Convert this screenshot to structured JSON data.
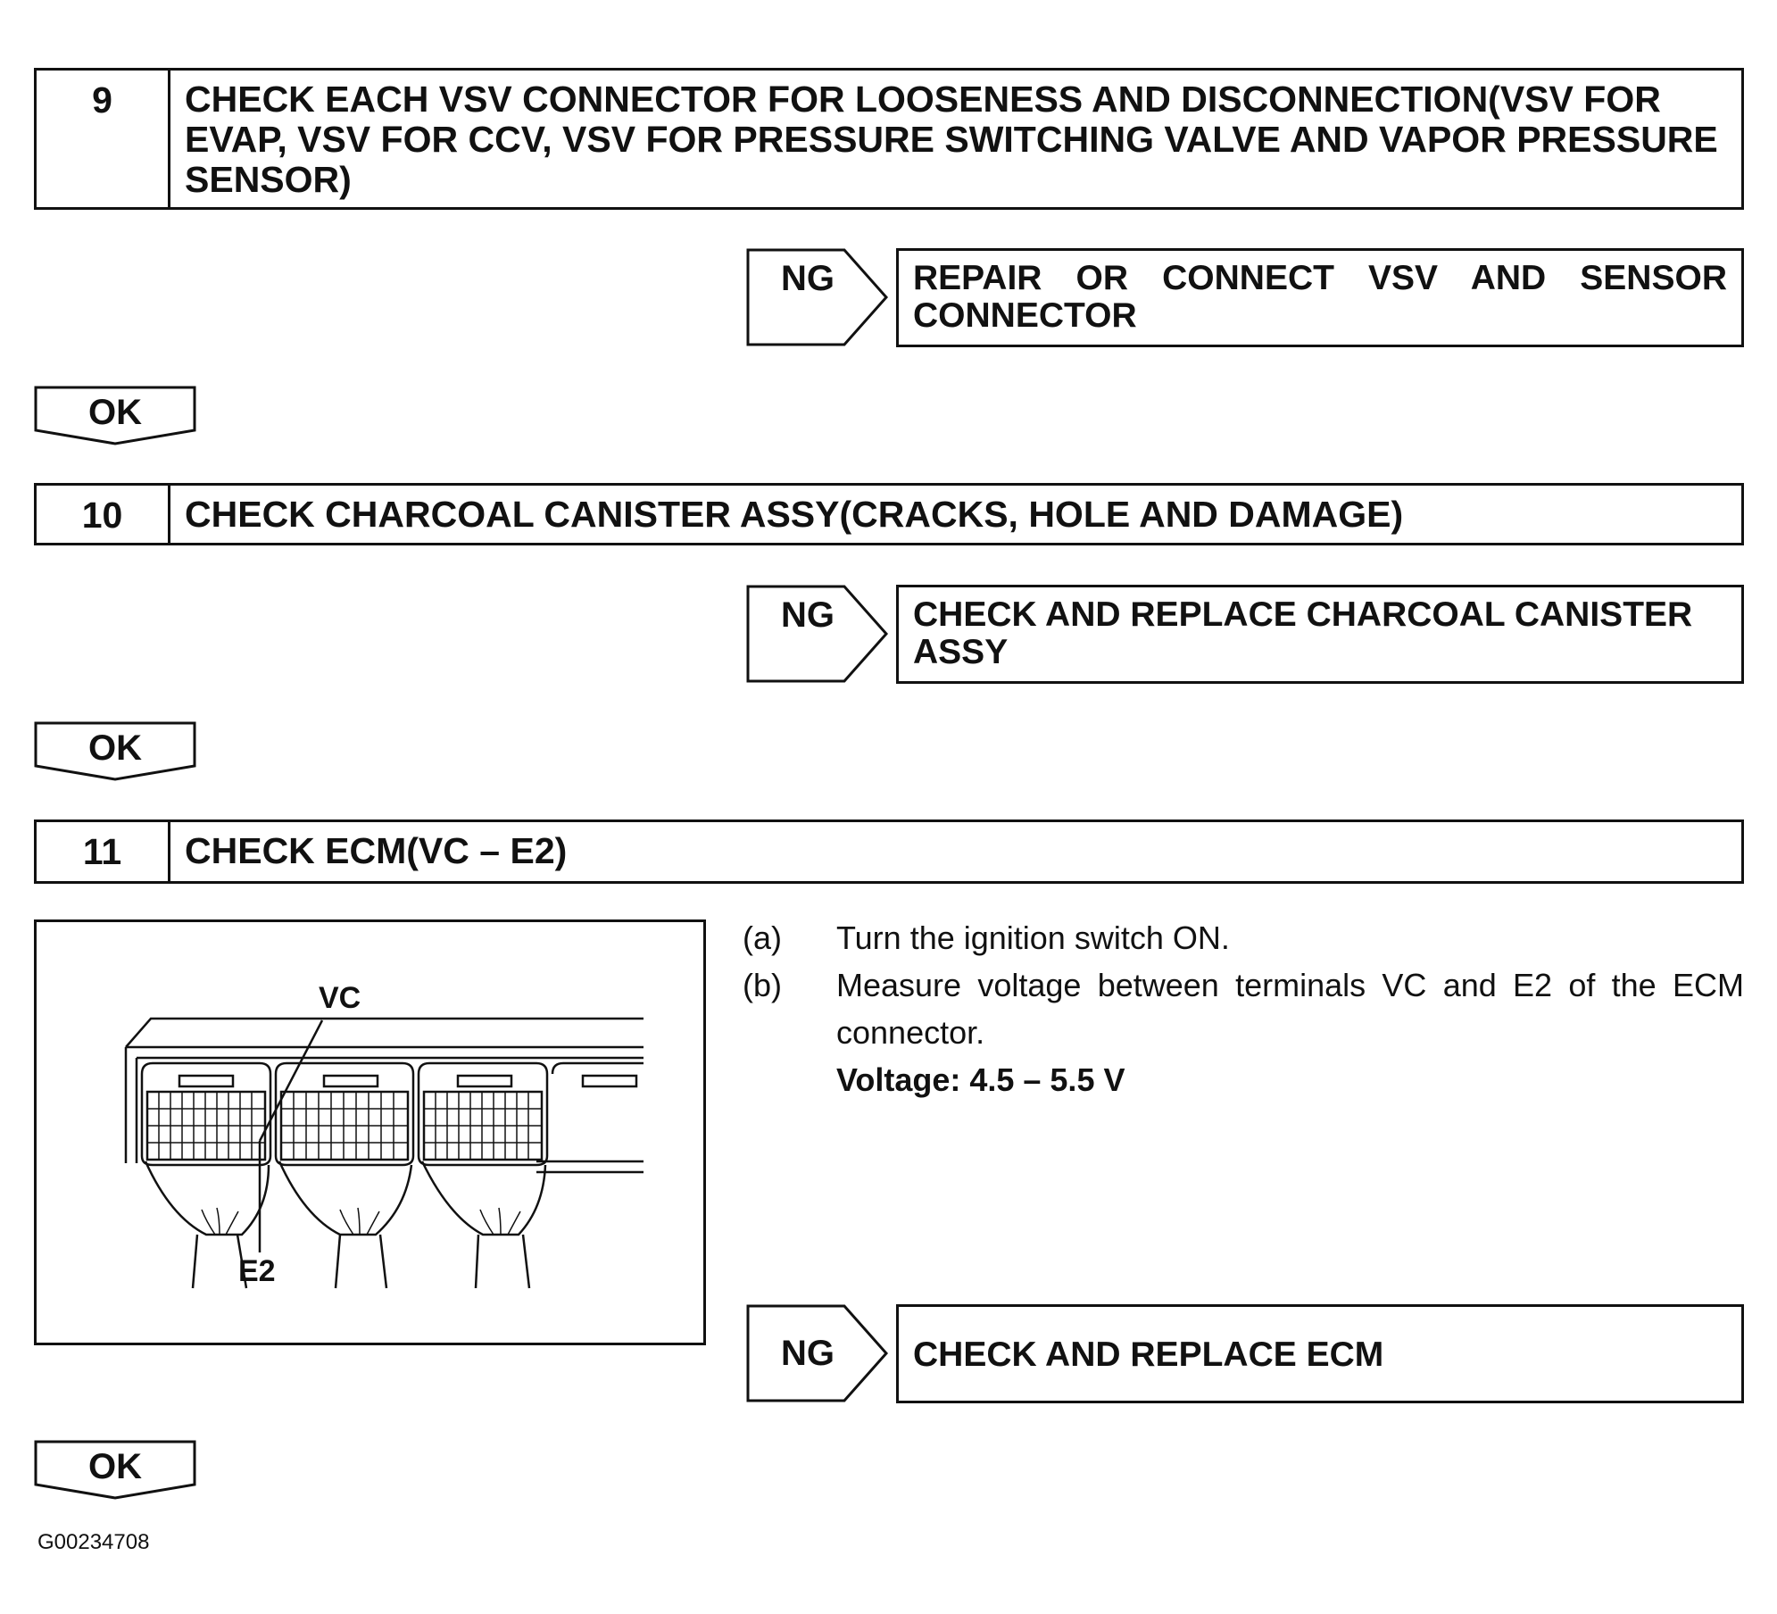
{
  "steps": [
    {
      "number": "9",
      "title": "CHECK EACH VSV CONNECTOR FOR LOOSENESS AND DISCONNECTION(VSV FOR EVAP, VSV FOR CCV, VSV FOR PRESSURE SWITCHING VALVE AND VAPOR PRESSURE SENSOR)",
      "ng_label": "NG",
      "ng_action": "REPAIR OR CONNECT VSV AND SENSOR CONNECTOR",
      "ok_label": "OK"
    },
    {
      "number": "10",
      "title": "CHECK CHARCOAL CANISTER ASSY(CRACKS, HOLE AND DAMAGE)",
      "ng_label": "NG",
      "ng_action": "CHECK AND REPLACE CHARCOAL CANISTER ASSY",
      "ok_label": "OK"
    },
    {
      "number": "11",
      "title": "CHECK ECM(VC – E2)",
      "ng_label": "NG",
      "ng_action": "CHECK AND REPLACE ECM",
      "ok_label": "OK",
      "figure": {
        "label_top": "VC",
        "label_bottom": "E2"
      },
      "instructions": [
        {
          "letter": "(a)",
          "text": "Turn the ignition switch ON."
        },
        {
          "letter": "(b)",
          "text": "Measure voltage between terminals VC and E2 of the ECM connector."
        }
      ],
      "spec": "Voltage: 4.5 – 5.5 V"
    }
  ],
  "footer": {
    "code": "G00234708"
  }
}
